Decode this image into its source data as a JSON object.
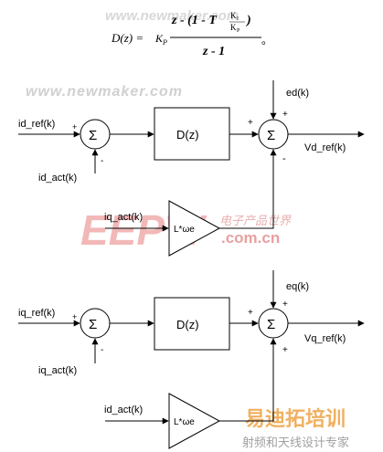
{
  "formula": {
    "lhs": "D(z) =",
    "kp": "K",
    "kp_sub": "P",
    "numerator": "z - (1 - T",
    "ki": "K",
    "ki_sub": "I",
    "kp2": "K",
    "kp2_sub": "P",
    "close_paren": ")",
    "denominator": "z - 1",
    "period": "。"
  },
  "watermarks": {
    "top_url": "www.newmaker.com",
    "mid_url": "www.newmaker.com",
    "eepw_logo": "EEPW",
    "eepw_cn": "电子产品世界",
    "eepw_url": ".com.cn",
    "yidi_logo": "易迪拓培训",
    "yidi_sub": "射频和天线设计专家"
  },
  "diagram_d": {
    "input_ref": "id_ref(k)",
    "input_act": "id_act(k)",
    "ff_input": "iq_act(k)",
    "disturbance": "ed(k)",
    "output": "Vd_ref(k)",
    "controller": "D(z)",
    "gain": "L*ωe",
    "sum_symbol": "Σ",
    "sign_plus": "+",
    "sign_minus": "-"
  },
  "diagram_q": {
    "input_ref": "iq_ref(k)",
    "input_act": "iq_act(k)",
    "ff_input": "id_act(k)",
    "disturbance": "eq(k)",
    "output": "Vq_ref(k)",
    "controller": "D(z)",
    "gain": "L*ωe",
    "sum_symbol": "Σ",
    "sign_plus": "+",
    "sign_minus": "-"
  }
}
